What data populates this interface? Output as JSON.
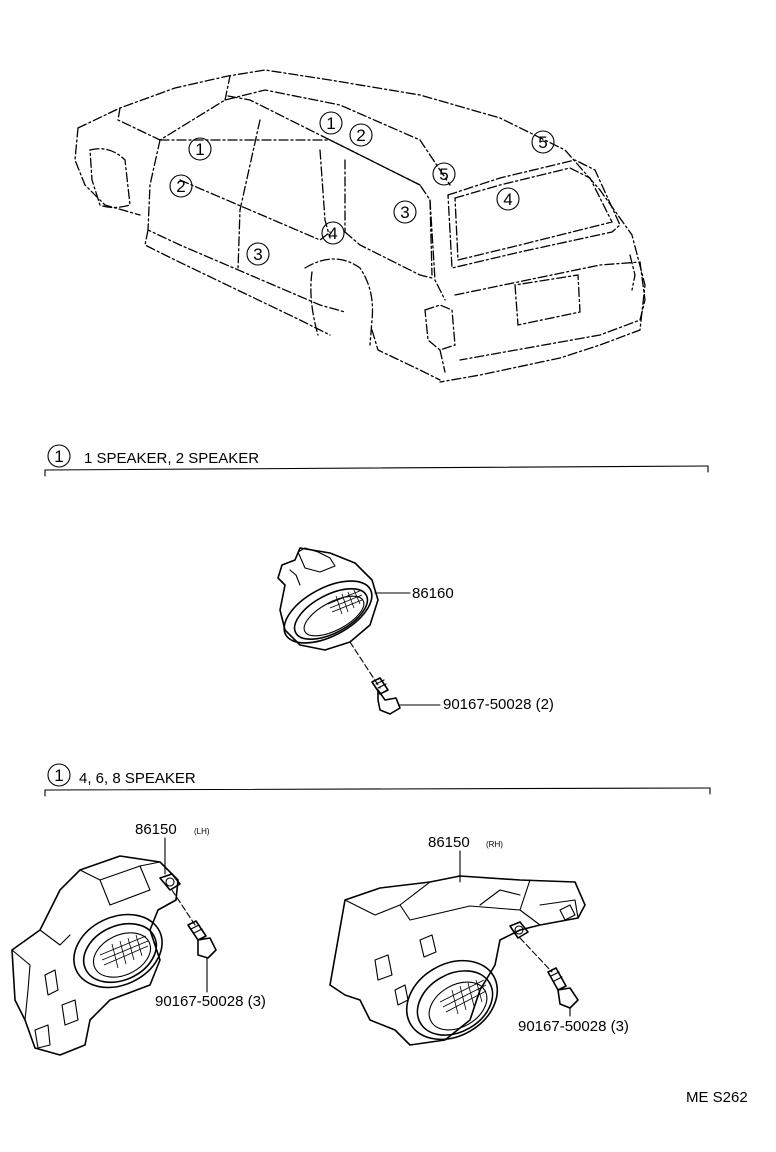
{
  "section1": {
    "marker": "1",
    "title": "1 SPEAKER, 2 SPEAKER"
  },
  "section2": {
    "marker": "1",
    "title": "4, 6, 8 SPEAKER"
  },
  "callouts": [
    "1",
    "2",
    "1",
    "2",
    "3",
    "3",
    "4",
    "5",
    "5",
    "4"
  ],
  "parts": {
    "speaker_a": "86160",
    "screw_a": "90167-50028 (2)",
    "speaker_lh": "86150",
    "speaker_lh_side": "(LH)",
    "screw_lh": "90167-50028 (3)",
    "speaker_rh": "86150",
    "speaker_rh_side": "(RH)",
    "screw_rh": "90167-50028 (3)"
  },
  "diagram_code": "ME S262"
}
